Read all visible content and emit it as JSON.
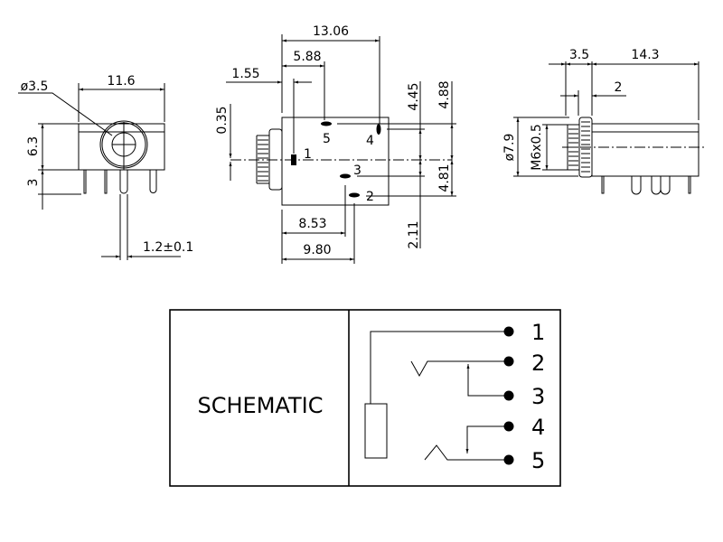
{
  "left_view": {
    "width": "11.6",
    "hole_dia": "ø3.5",
    "body_height": "6.3",
    "pin_length": "3",
    "pin_width": "1.2±0.1"
  },
  "top_view": {
    "dims": {
      "d1306": "13.06",
      "d588": "5.88",
      "d155": "1.55",
      "d035": "0.35",
      "d445": "4.45",
      "d488": "4.88",
      "d481": "4.81",
      "d211": "2.11",
      "d853": "8.53",
      "d980": "9.80"
    },
    "pins": [
      "1",
      "2",
      "3",
      "4",
      "5"
    ]
  },
  "side_view": {
    "d35": "3.5",
    "d143": "14.3",
    "d2": "2",
    "dia": "ø7.9",
    "thread": "M6x0.5"
  },
  "schematic": {
    "label": "SCHEMATIC",
    "pins": [
      "1",
      "2",
      "3",
      "4",
      "5"
    ]
  }
}
